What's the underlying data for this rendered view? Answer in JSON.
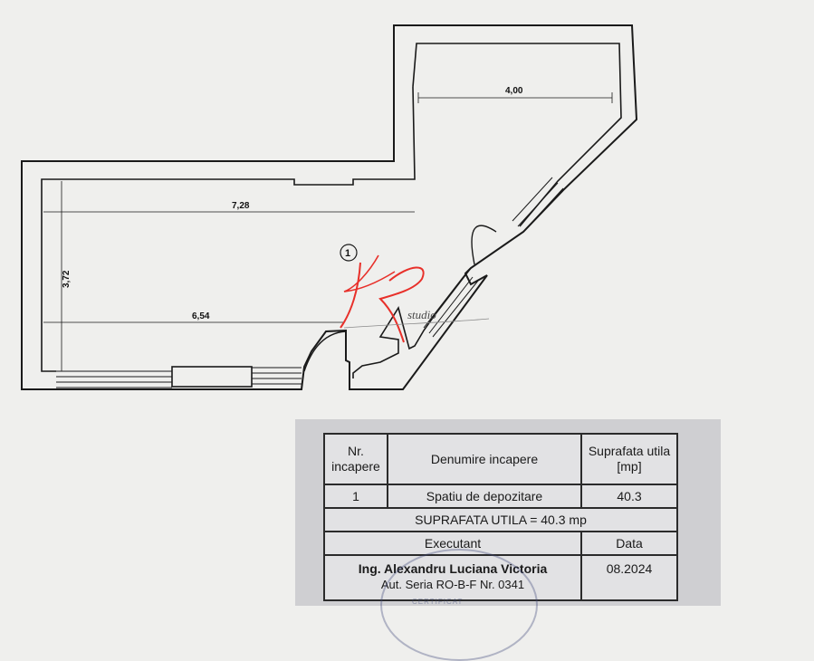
{
  "plan": {
    "room_number": "1",
    "dimensions": {
      "top_right": "4,00",
      "length_top": "7,28",
      "height": "3,72",
      "length_bottom": "6,54"
    },
    "watermark_logo": "KR studio"
  },
  "legend": {
    "headers": {
      "nr": "Nr. incapere",
      "name": "Denumire incapere",
      "area": "Suprafata utila [mp]"
    },
    "row": {
      "nr": "1",
      "name": "Spatiu de depozitare",
      "area": "40.3"
    },
    "total": "SUPRAFATA UTILA = 40.3 mp",
    "executant_label": "Executant",
    "data_label": "Data",
    "executant_name": "Ing. Alexandru Luciana Victoria",
    "authorization": "Aut. Seria RO-B-F Nr. 0341",
    "date": "08.2024",
    "stamp_text": "CERTIFICAT"
  },
  "colors": {
    "wall_line": "#1a1a1a",
    "watermark_red": "#e8302a",
    "paper": "#efefed",
    "legend_photo": "#cfcfd2"
  }
}
